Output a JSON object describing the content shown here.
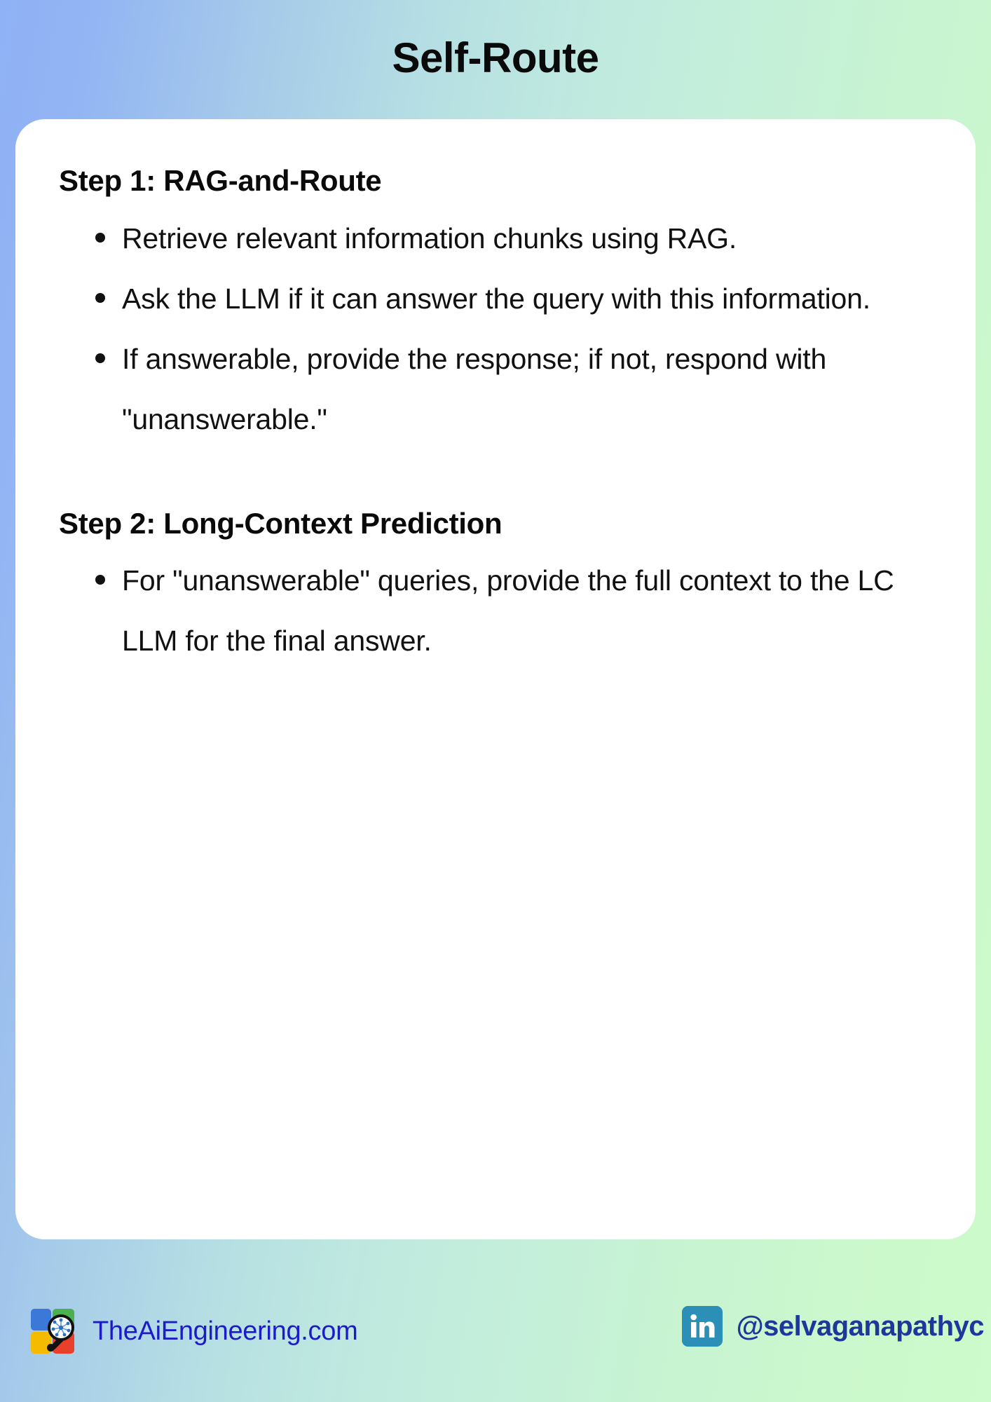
{
  "title": "Self-Route",
  "card": {
    "sections": [
      {
        "heading": "Step 1: RAG-and-Route",
        "bullets": [
          "Retrieve relevant information chunks using RAG.",
          "Ask the LLM if it can answer the query with this information.",
          "If answerable, provide the response; if not, respond with \"unanswerable.\""
        ]
      },
      {
        "heading": "Step 2: Long-Context Prediction",
        "bullets": [
          "For \"unanswerable\" queries, provide the full context to the LC LLM for the final answer."
        ]
      }
    ]
  },
  "footer": {
    "website": "TheAiEngineering.com",
    "website_icon": "magnifier-network-logo-icon",
    "linkedin_icon": "linkedin-icon",
    "linkedin_handle": "@selvaganapathyc"
  },
  "colors": {
    "background_start": "#8fb1f6",
    "background_mid": "#bfe9df",
    "background_end": "#cdfbcb",
    "card": "#ffffff",
    "text": "#111111",
    "website_text": "#1b1bc8",
    "linkedin_text": "#1d379b",
    "linkedin_badge": "#2b8fb8",
    "logo_blue": "#3b78d8",
    "logo_green": "#4caf50",
    "logo_yellow": "#f5bb00",
    "logo_red": "#e8402a"
  }
}
